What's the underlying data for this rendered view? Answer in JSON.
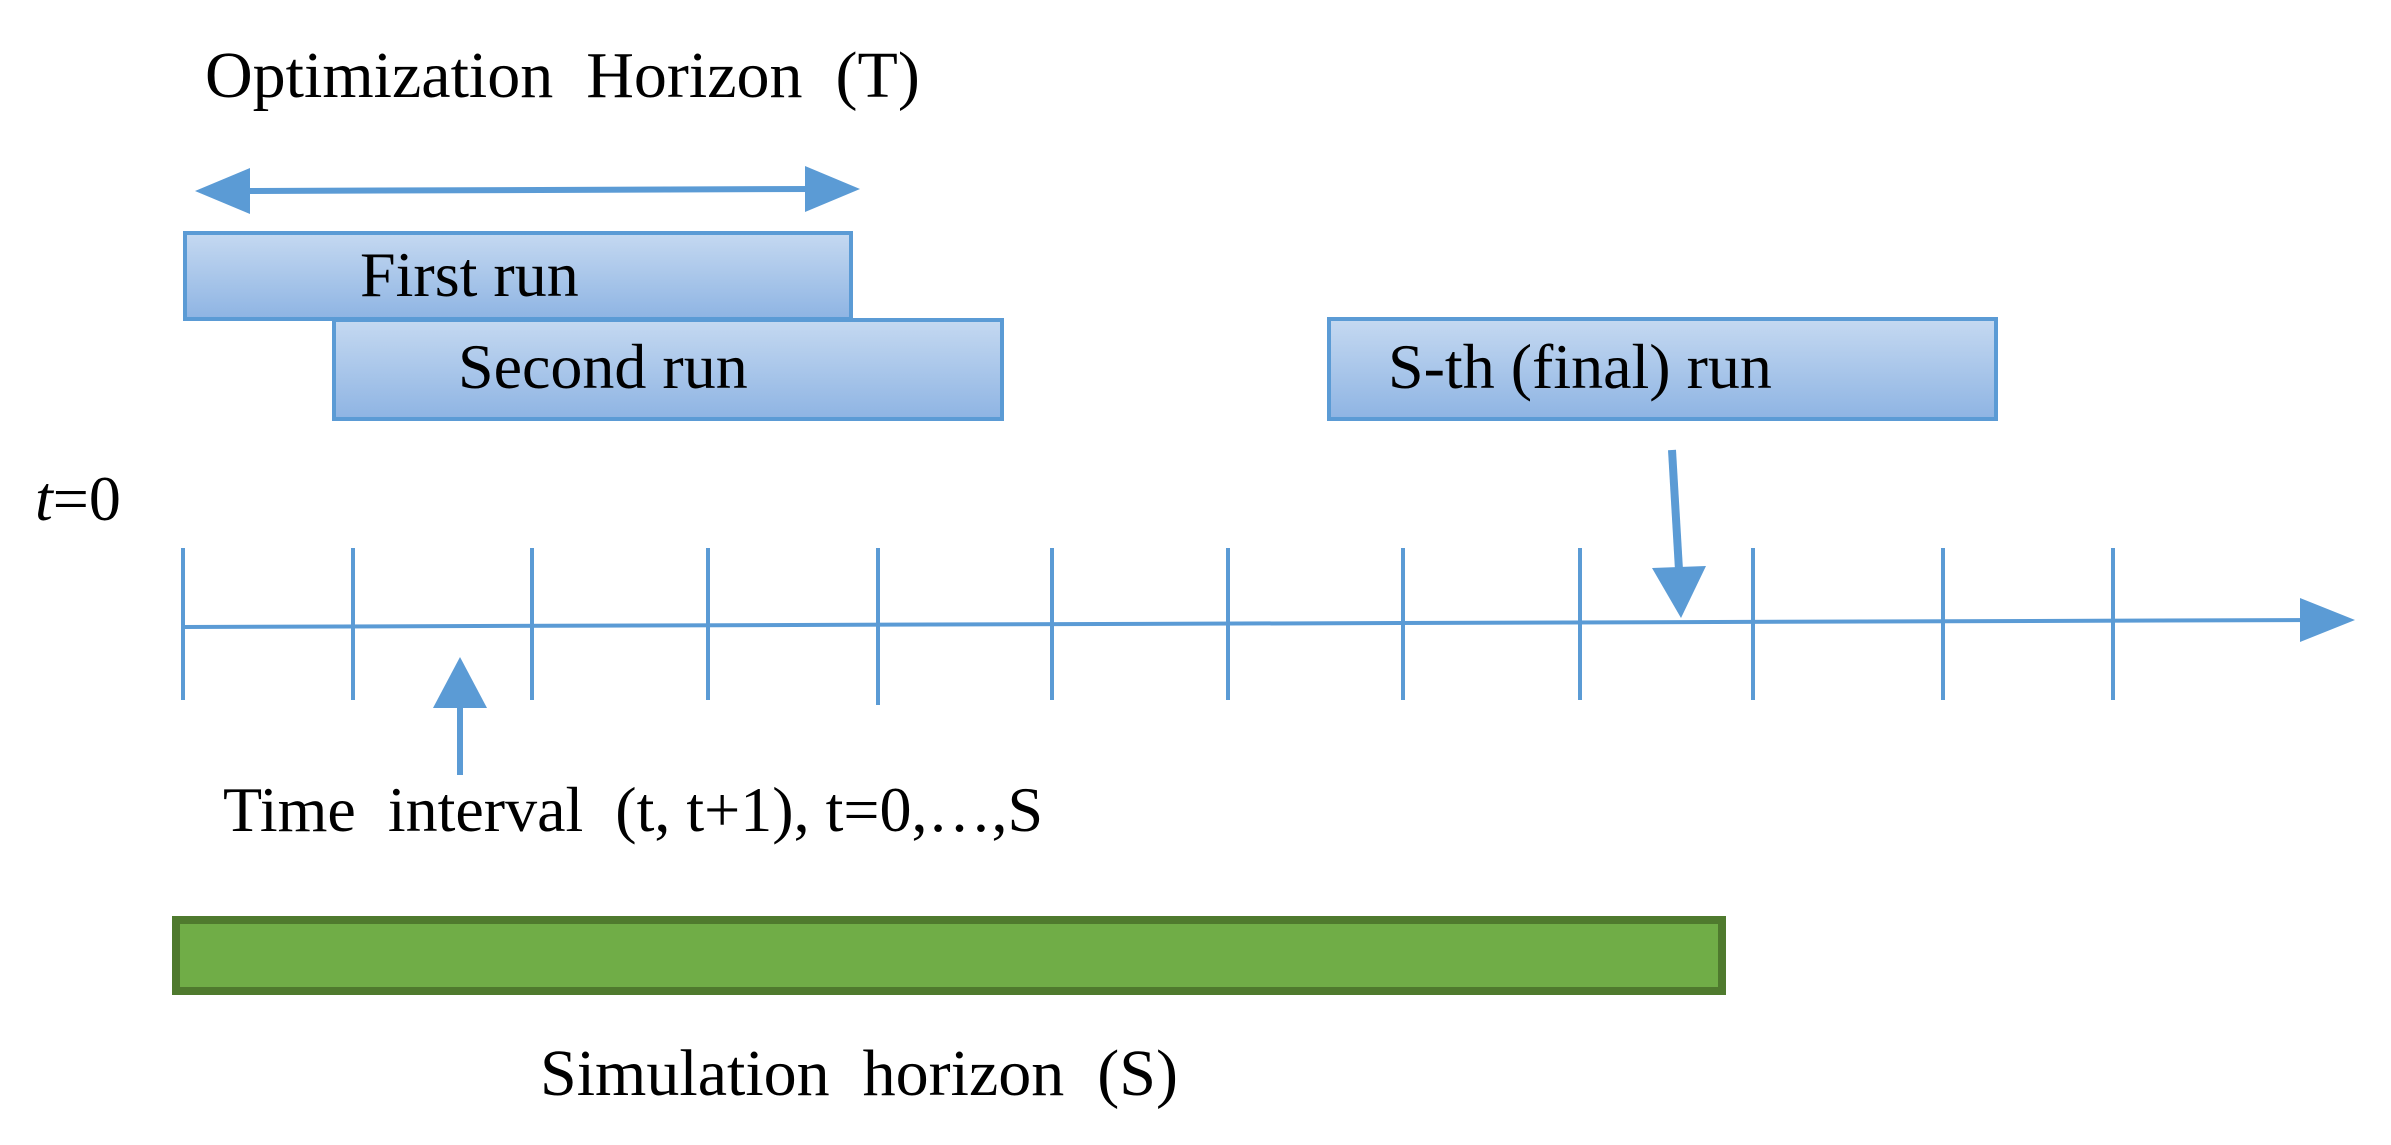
{
  "labels": {
    "optimization_horizon": "Optimization  Horizon  (T)",
    "first_run": "First run",
    "second_run": "Second run",
    "final_run": "S-th (final) run",
    "t_zero_var": "t",
    "t_zero_eq": "=0",
    "time_interval": "Time  interval  (t, t+1), t=0,…,S",
    "simulation_horizon": "Simulation  horizon  (S)"
  },
  "timeline": {
    "tick_count": 12
  },
  "colors": {
    "line_blue": "#5b9bd5",
    "run_box_border": "#5b9bd5",
    "run_box_fill_top": "#c5d9f1",
    "run_box_fill_bottom": "#8eb4e3",
    "sim_fill": "#70ad47",
    "sim_border": "#4f7a2e"
  }
}
